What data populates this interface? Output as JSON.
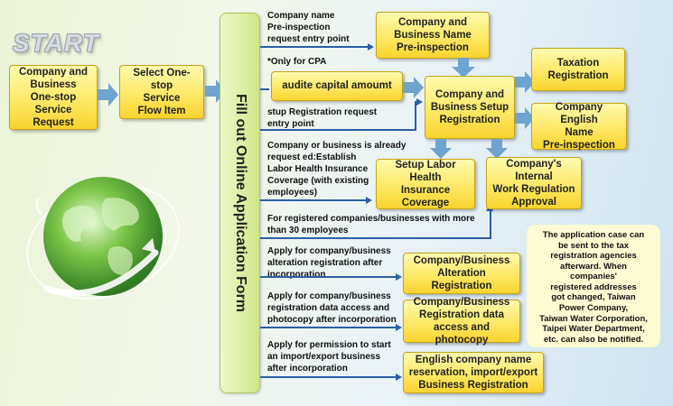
{
  "start_label": "START",
  "boxes": {
    "company_business_request": "Company and\nBusiness\nOne-stop\nService Request",
    "select_flow_item": "Select One-stop\nService\nFlow Item",
    "name_pre_inspection": "Company and\nBusiness Name\nPre-inspection",
    "audit_capital": "audite capital amoumt",
    "setup_registration": "Company and\nBusiness Setup\nRegistration",
    "taxation": "Taxation\nRegistration",
    "english_name": "Company English\nName\nPre-inspection",
    "labor_health": "Setup Labor Health\nInsurance\nCoverage",
    "work_regulation": "Company's Internal\nWork Regulation\nApproval",
    "alteration": "Company/Business\nAlteration\nRegistration",
    "data_access": "Company/Business\nRegistration data\naccess and photocopy",
    "import_export": "English company name\nreservation, import/export\nBusiness Registration"
  },
  "form_bar_label": "Fill out Online Application Form",
  "labels": {
    "name_entry": "Company name\nPre-inspection\nrequest entry point",
    "cpa_only": "*Only for CPA",
    "registration_entry": "stup Registration request\nentry point",
    "already_request": "Company  or business is already\nrequest ed:Establish\nLabor Health Insurance\nCoverage (with existing\nemployees)",
    "more_than_30": "For registered companies/businesses with more\nthan 30 employees",
    "alteration_apply": "Apply for company/business\nalteration registration after\nincorporation",
    "data_apply": "Apply for company/business\nregistration data access and\nphotocopy after incorporation",
    "import_apply": "Apply for permission to start\nan import/export business\nafter incorporation"
  },
  "note": "The application case can\nbe sent to the tax\nregistration agencies\nafterward. When\ncompanies'\nregistered addresses\ngot changed, Taiwan\nPower Company,\nTaiwan Water Corporation,\nTaipei Water Department,\netc. can also be notified.",
  "colors": {
    "box_fill": "#ffe866",
    "connector": "#2d5fa4",
    "flow_arrow": "#6fa4cf",
    "form_bar": "#dff0a8"
  }
}
